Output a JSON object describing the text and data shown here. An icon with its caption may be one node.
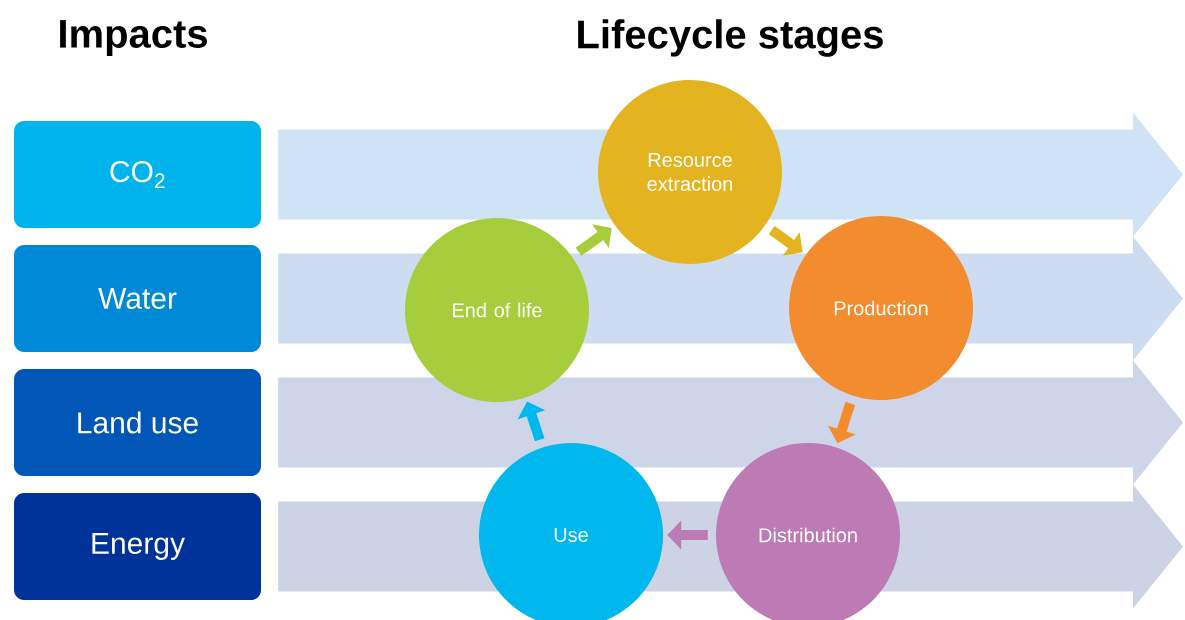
{
  "diagram": {
    "nodes": [
      {
        "text": [
          "CO$_{2}$"
        ]
      },
      {
        "text": [
          "Water"
        ]
      },
      {
        "text": [
          "Land use"
        ]
      },
      {
        "text": [
          "Energy"
        ]
      },
      {
        "text": [
          "Resource extraction"
        ]
      },
      {
        "text": [
          "Production"
        ]
      },
      {
        "text": [
          "Distribution"
        ]
      },
      {
        "text": [
          "Use"
        ]
      },
      {
        "text": [
          "End of life"
        ]
      }
    ],
    "edges": [
      {
        "from": 0,
        "to": null,
        "arrow": "to",
        "style": "thick",
        "color": "#cfe3f6"
      },
      {
        "from": 1,
        "to": null,
        "arrow": "to",
        "style": "thick",
        "color": "#cddcf1"
      },
      {
        "from": 2,
        "to": null,
        "arrow": "to",
        "style": "thick",
        "color": "#ced5e9"
      },
      {
        "from": 3,
        "to": null,
        "arrow": "to",
        "style": "thick",
        "color": "#cdd2e5"
      },
      {
        "from": 4,
        "to": 5,
        "arrow": "to",
        "color": "#e3b41f"
      },
      {
        "from": 5,
        "to": 6,
        "arrow": "to",
        "color": "#f38b2f"
      },
      {
        "from": 6,
        "to": 7,
        "arrow": "to",
        "color": "#bd7bb5"
      },
      {
        "from": 7,
        "to": 8,
        "arrow": "to",
        "color": "#00b7ee"
      },
      {
        "from": 8,
        "to": 4,
        "arrow": "to",
        "color": "#a6cd3b"
      }
    ],
    "labels": [
      "Impacts",
      "Lifecycle stages"
    ]
  }
}
